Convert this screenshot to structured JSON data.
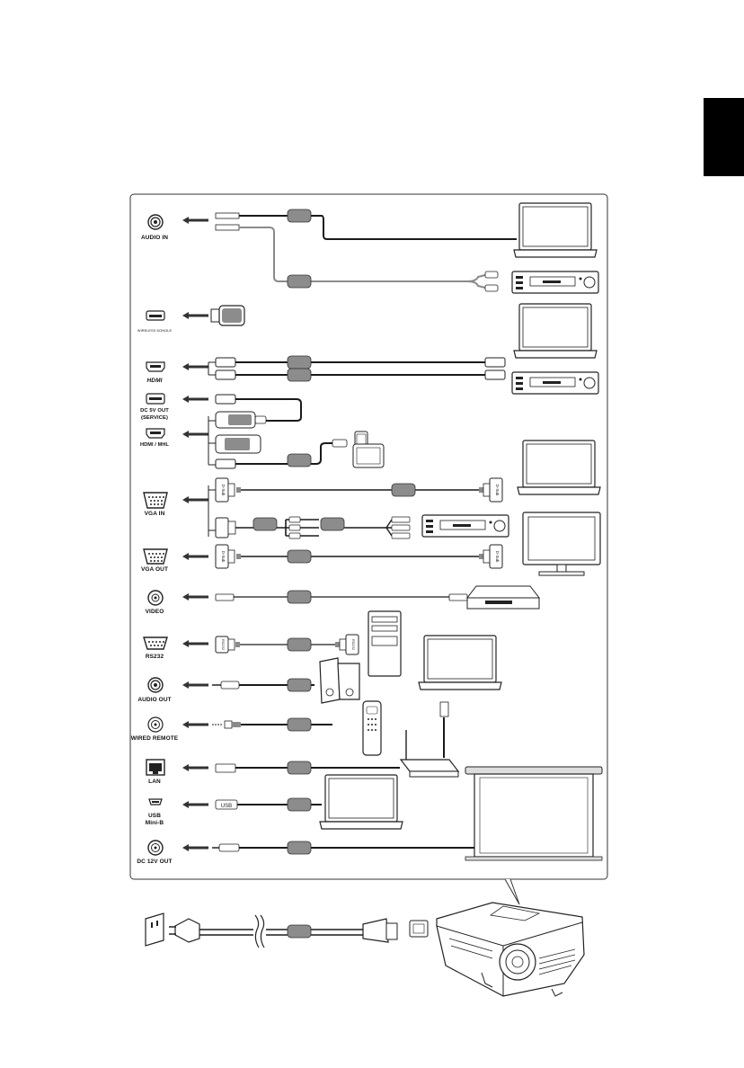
{
  "page": {
    "side_tab_color": "#000000"
  },
  "ports": [
    {
      "key": "audio_in",
      "label": "AUDIO IN"
    },
    {
      "key": "wireless",
      "label": "WIRELESS DONGLE"
    },
    {
      "key": "hdmi",
      "label": "HDMI"
    },
    {
      "key": "dc5v",
      "label": "DC 5V OUT\n(SERVICE)"
    },
    {
      "key": "hdmi_mhl",
      "label": "HDMI / MHL"
    },
    {
      "key": "vga_in",
      "label": "VGA IN"
    },
    {
      "key": "vga_out",
      "label": "VGA OUT"
    },
    {
      "key": "video",
      "label": "VIDEO"
    },
    {
      "key": "rs232",
      "label": "RS232"
    },
    {
      "key": "audio_out",
      "label": "AUDIO OUT"
    },
    {
      "key": "wired_remote",
      "label": "WIRED REMOTE"
    },
    {
      "key": "lan",
      "label": "LAN"
    },
    {
      "key": "usb",
      "label": "USB\nMini-B"
    },
    {
      "key": "dc12v",
      "label": "DC 12V OUT"
    }
  ],
  "connector_texts": {
    "dsub": "D-Sub",
    "rs232": "RS232",
    "usb": "USB"
  },
  "icons": [
    "audio-jack-icon",
    "wireless-dongle-icon",
    "hdmi-port-icon",
    "usb-port-icon",
    "vga-port-icon",
    "rca-port-icon",
    "serial-port-icon",
    "lan-port-icon",
    "mini-usb-port-icon",
    "laptop-icon",
    "dvd-player-icon",
    "monitor-icon",
    "smartphone-icon",
    "tablet-icon",
    "pc-tower-icon",
    "speakers-icon",
    "remote-control-icon",
    "router-icon",
    "projection-screen-icon",
    "projector-icon",
    "wall-outlet-icon",
    "power-plug-icon"
  ],
  "colors": {
    "line": "#1a1a1a",
    "cable_box": "#8c8c8c",
    "gray_cable": "#8a8a8a"
  }
}
